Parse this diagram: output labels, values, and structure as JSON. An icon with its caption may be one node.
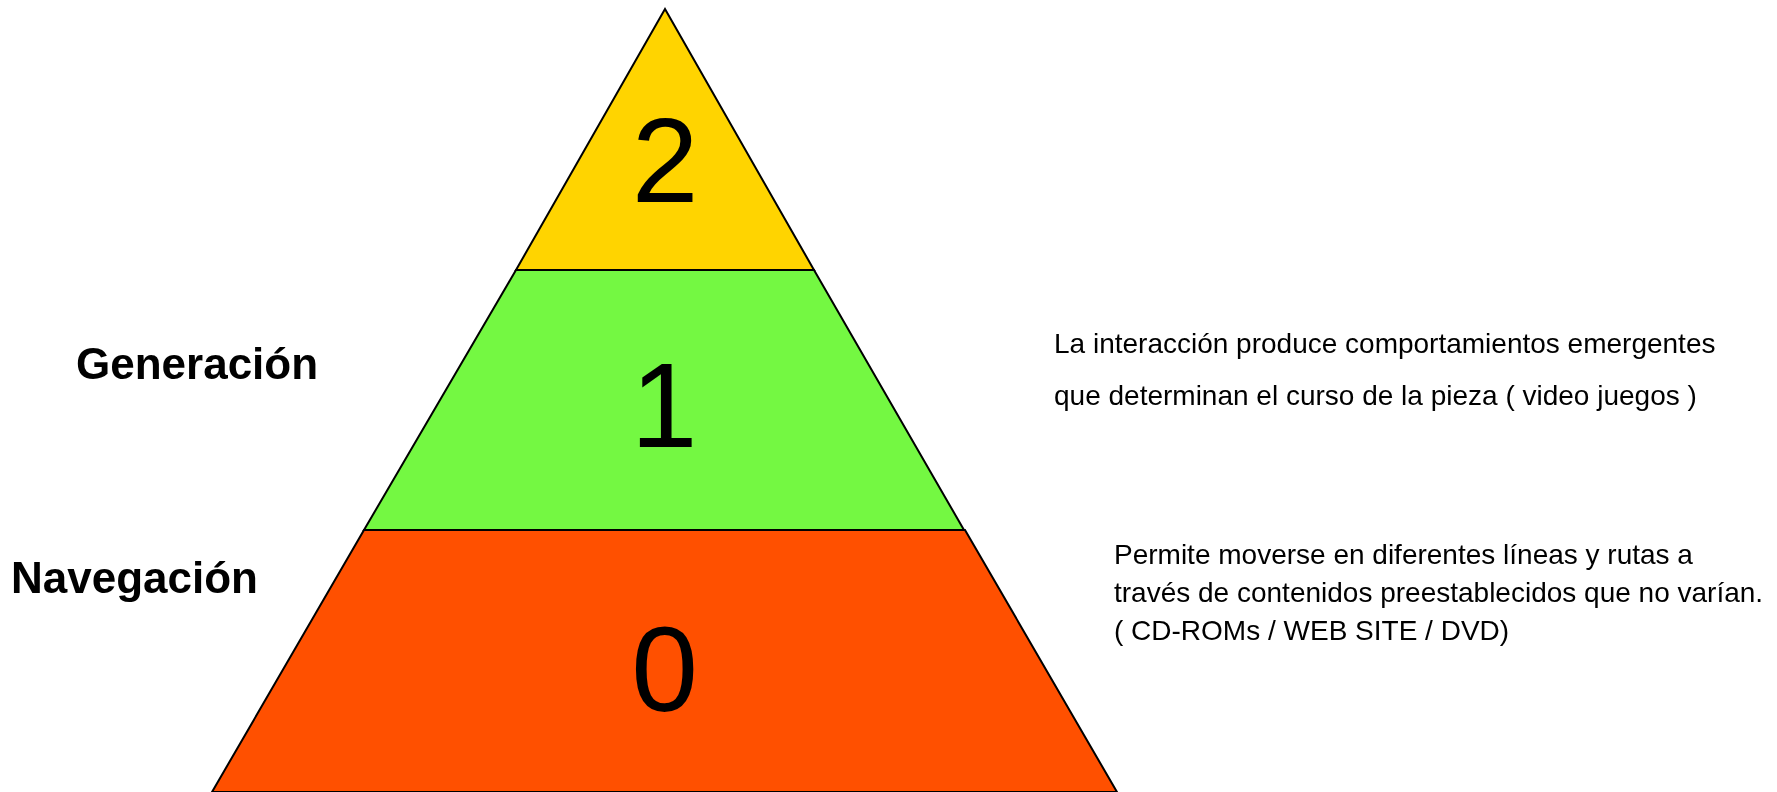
{
  "diagram": {
    "nodes": [
      {
        "text": [
          "2"
        ]
      },
      {
        "text": [
          "1"
        ]
      },
      {
        "text": [
          "0"
        ]
      }
    ],
    "labels": [
      "Generación",
      "Navegación",
      "La interacción produce comportamientos emergentes que determinan el curso de la pieza ( video juegos )",
      "Permite moverse en diferentes líneas y rutas a través de contenidos preestablecidos que no varían. ( CD-ROMs / WEB SITE / DVD)"
    ]
  }
}
